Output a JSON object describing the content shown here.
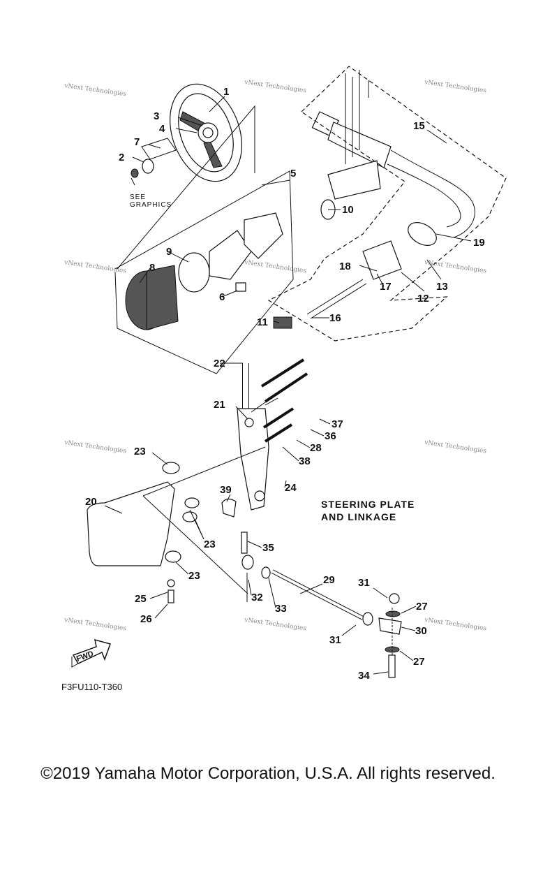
{
  "watermark": "vNext Technologies",
  "see_graphics": [
    "SEE",
    "GRAPHICS"
  ],
  "section_title": [
    "STEERING PLATE",
    "AND LINKAGE"
  ],
  "fwd_label": "FWD",
  "diagram_code": "F3FU110-T360",
  "copyright": "©2019 Yamaha Motor Corporation, U.S.A. All rights reserved.",
  "callouts": [
    "1",
    "3",
    "4",
    "7",
    "2",
    "5",
    "15",
    "10",
    "19",
    "9",
    "8",
    "18",
    "17",
    "13",
    "12",
    "6",
    "16",
    "11",
    "22",
    "21",
    "37",
    "36",
    "28",
    "38",
    "23",
    "23",
    "23",
    "24",
    "20",
    "39",
    "35",
    "29",
    "31",
    "31",
    "32",
    "33",
    "27",
    "27",
    "25",
    "26",
    "30",
    "34"
  ]
}
